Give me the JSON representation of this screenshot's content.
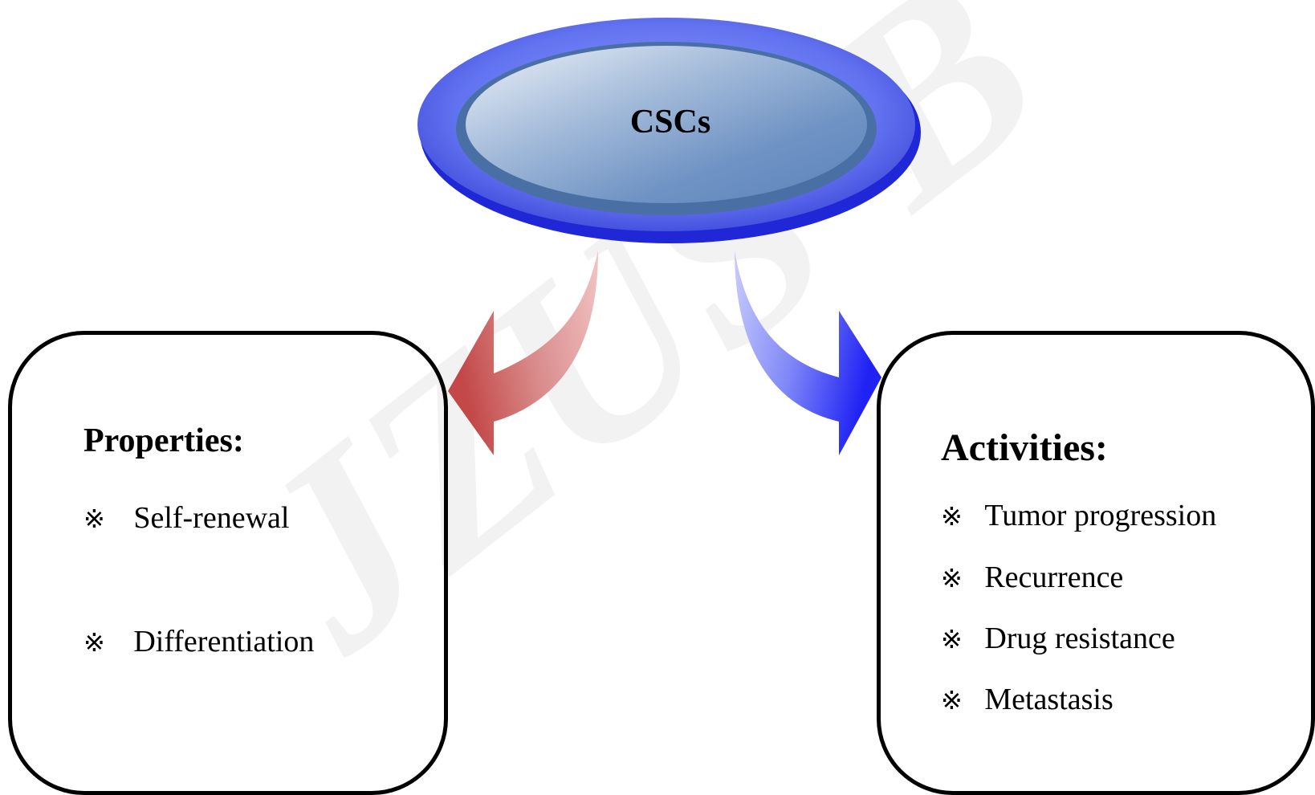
{
  "center": {
    "label": "CSCs"
  },
  "watermark": "JZUS-B",
  "left_box": {
    "heading": "Properties:",
    "bullet": "※",
    "items": [
      "Self-renewal",
      "Differentiation"
    ]
  },
  "right_box": {
    "heading": "Activities:",
    "bullet": "※",
    "items": [
      "Tumor progression",
      "Recurrence",
      "Drug resistance",
      "Metastasis"
    ]
  },
  "colors": {
    "ellipse_outer": "#5c6cf2",
    "ellipse_inner": "#7a9cc9",
    "arrow_left": "#c84a4a",
    "arrow_right": "#2a2cf5",
    "box_border": "#000000"
  }
}
